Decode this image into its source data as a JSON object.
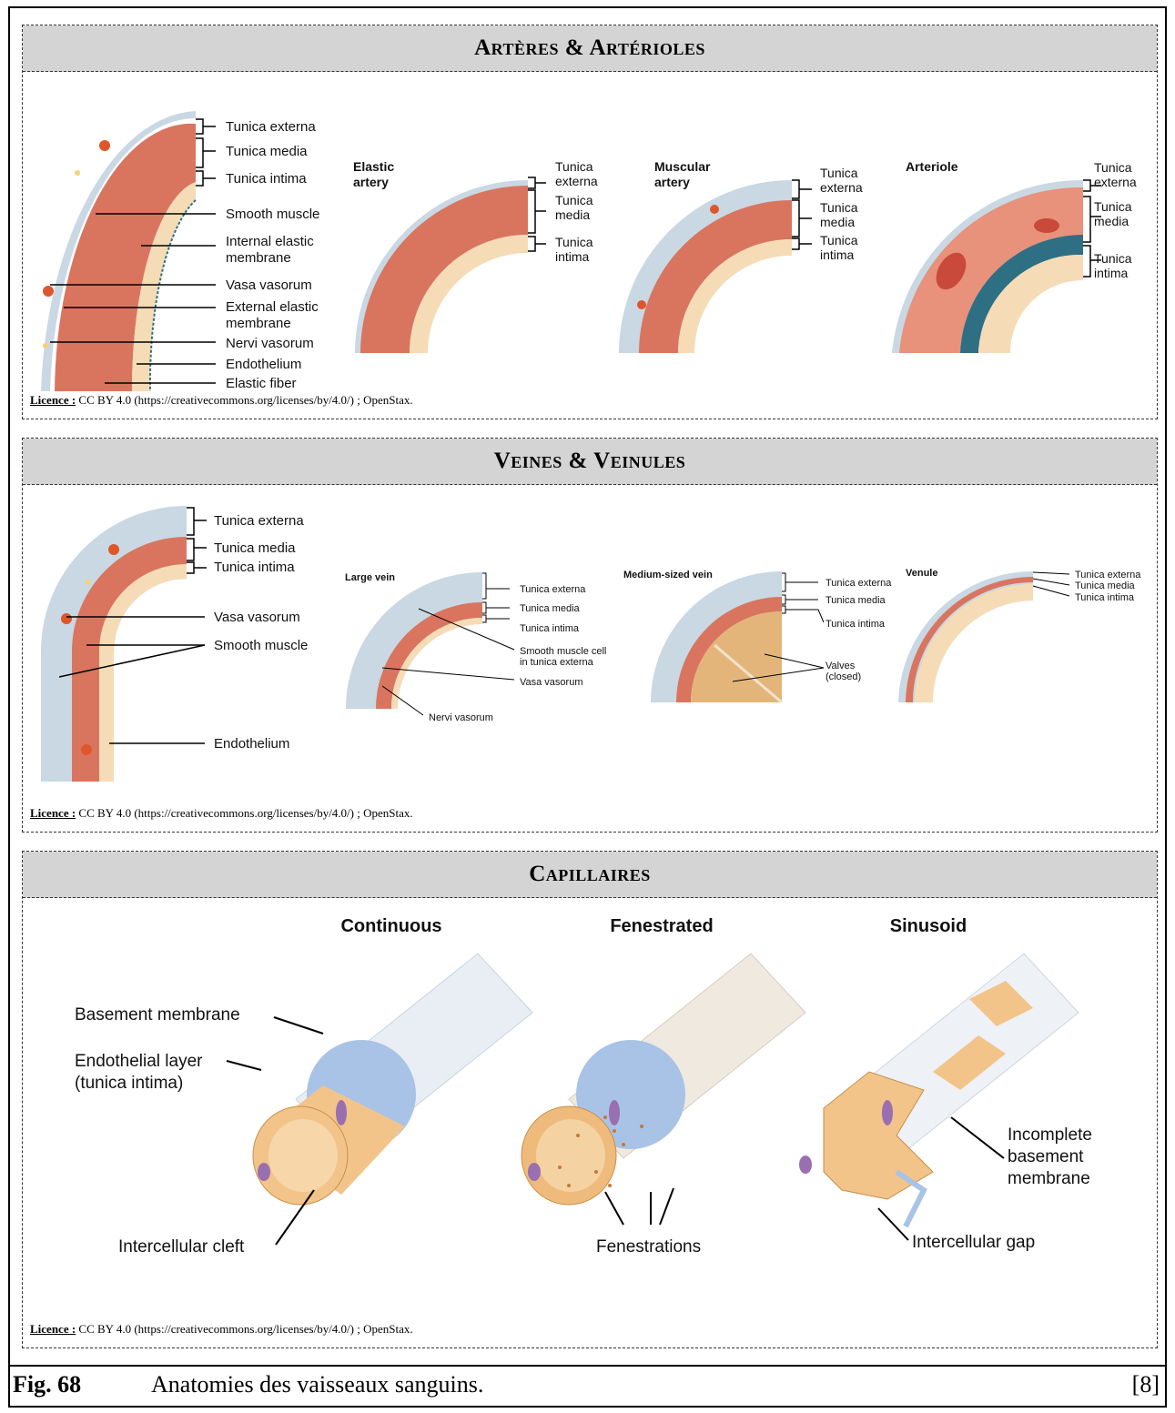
{
  "sections": {
    "arteries": {
      "title": "Artères & Artérioles",
      "license_label": "Licence :",
      "license_text": " CC BY 4.0 (https://creativecommons.org/licenses/by/4.0/) ; OpenStax.",
      "main_labels": [
        "Tunica externa",
        "Tunica media",
        "Tunica intima",
        "Smooth muscle",
        "Internal elastic",
        "membrane",
        "Vasa vasorum",
        "External elastic",
        "membrane",
        "Nervi vasorum",
        "Endothelium",
        "Elastic fiber"
      ],
      "elastic": {
        "title1": "Elastic",
        "title2": "artery",
        "labels": [
          "Tunica",
          "externa",
          "Tunica",
          "media",
          "Tunica",
          "intima"
        ]
      },
      "muscular": {
        "title1": "Muscular",
        "title2": "artery",
        "labels": [
          "Tunica",
          "externa",
          "Tunica",
          "media",
          "Tunica",
          "intima"
        ]
      },
      "arteriole": {
        "title1": "Arteriole",
        "labels": [
          "Tunica",
          "externa",
          "Tunica",
          "media",
          "Tunica",
          "intima"
        ]
      }
    },
    "veins": {
      "title": "Veines & Veinules",
      "license_label": "Licence :",
      "license_text": " CC BY 4.0 (https://creativecommons.org/licenses/by/4.0/) ; OpenStax.",
      "main_labels": [
        "Tunica externa",
        "Tunica media",
        "Tunica intima",
        "Vasa vasorum",
        "Smooth muscle",
        "Endothelium"
      ],
      "large": {
        "title": "Large vein",
        "labels": [
          "Tunica externa",
          "Tunica media",
          "Tunica intima",
          "Smooth muscle cell",
          "in tunica externa",
          "Vasa vasorum",
          "Nervi vasorum"
        ]
      },
      "medium": {
        "title": "Medium-sized vein",
        "labels": [
          "Tunica externa",
          "Tunica media",
          "Tunica intima",
          "Valves",
          "(closed)"
        ]
      },
      "venule": {
        "title": "Venule",
        "labels": [
          "Tunica externa",
          "Tunica media",
          "Tunica intima"
        ]
      }
    },
    "capillaries": {
      "title": "Capillaires",
      "license_label": "Licence :",
      "license_text": " CC BY 4.0 (https://creativecommons.org/licenses/by/4.0/) ; OpenStax.",
      "types": [
        "Continuous",
        "Fenestrated",
        "Sinusoid"
      ],
      "labels": [
        "Basement membrane",
        "Endothelial layer",
        "(tunica intima)",
        "Intercellular cleft",
        "Fenestrations",
        "Incomplete",
        "basement",
        "membrane",
        "Intercellular gap"
      ]
    }
  },
  "caption": {
    "fig": "Fig. 68",
    "text": "Anatomies des vaisseaux sanguins.",
    "ref": "[8]"
  },
  "colors": {
    "header": "#d4d4d4",
    "externa": "#c9d8e3",
    "media": "#d9755f",
    "intima": "#f5dcb6",
    "capillary": "#f2c48a",
    "membrane": "#a9c3e6"
  }
}
